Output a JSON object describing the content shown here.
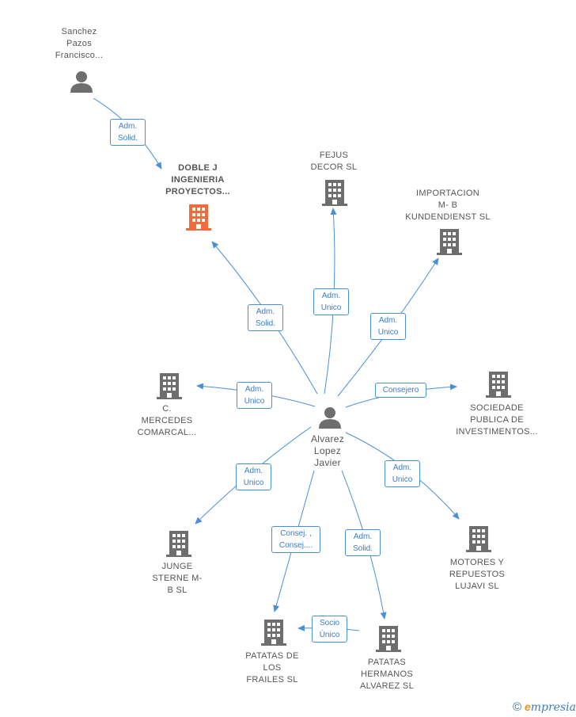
{
  "nodes": {
    "sanchez": {
      "label": "Sanchez\nPazos\nFrancisco...",
      "type": "person"
    },
    "doble_j": {
      "label": "DOBLE J\nINGENIERIA\nPROYECTOS...",
      "type": "company-focus"
    },
    "fejus": {
      "label": "FEJUS\nDECOR  SL",
      "type": "company"
    },
    "importacion": {
      "label": "IMPORTACION\nM- B\nKUNDENDIENST SL",
      "type": "company"
    },
    "mercedes": {
      "label": "C.\nMERCEDES\nCOMARCAL...",
      "type": "company"
    },
    "alvarez": {
      "label": "Alvarez\nLopez\nJavier",
      "type": "person"
    },
    "sociedade": {
      "label": "SOCIEDADE\nPUBLICA DE\nINVESTIMENTOS...",
      "type": "company"
    },
    "junge": {
      "label": "JUNGE\nSTERNE M-\nB  SL",
      "type": "company"
    },
    "motores": {
      "label": "MOTORES Y\nREPUESTOS\nLUJAVI  SL",
      "type": "company"
    },
    "patatas_frailes": {
      "label": "PATATAS DE\nLOS\nFRAILES SL",
      "type": "company"
    },
    "patatas_hermanos": {
      "label": "PATATAS\nHERMANOS\nALVAREZ  SL",
      "type": "company"
    }
  },
  "edges": {
    "sanchez_doble": "Adm.\nSolid.",
    "alvarez_doble": "Adm.\nSolid.",
    "alvarez_fejus": "Adm.\nUnico",
    "alvarez_importacion": "Adm.\nUnico",
    "alvarez_mercedes": "Adm.\nUnico",
    "alvarez_sociedade": "Consejero",
    "alvarez_junge": "Adm.\nUnico",
    "alvarez_motores": "Adm.\nUnico",
    "alvarez_frailes": "Consej. ,\nConsej....",
    "alvarez_hermanos": "Adm.\nSolid.",
    "hermanos_frailes": "Socio\nÚnico"
  },
  "colors": {
    "edge": "#4a90d9",
    "company_icon": "#6e6e6e",
    "focus_icon": "#f26b3a",
    "person_icon": "#6e6e6e"
  },
  "brand": {
    "copyright": "©",
    "e": "e",
    "rest": "mpresia"
  }
}
